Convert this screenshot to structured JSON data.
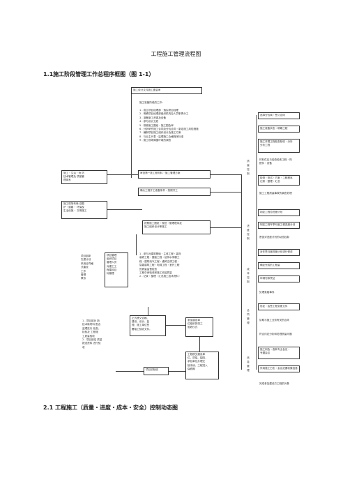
{
  "title": "工程施工管理流程图",
  "section1": "1.1施工阶段管理工作总程序框图（图 1-1）",
  "section2": "2.1 工程施工（质量・进度・成本・安全）控制动态图",
  "top_box": "施工设计文件施工图会审",
  "prep": {
    "heading": "施工准备阶段的工作：",
    "items": [
      "1  . 成立项目经理部・落实项目经理",
      "2  . 明确项目经理部组织机构及人员职责分工",
      "3  . 准备施工资源及设备",
      "4  . 参与设计交底",
      "5  . 熟悉施工图纸・施工图会审",
      "6  . 分析研究施工合同及分包合同・制定施工风险措施",
      "7  . 编制项目施工组织设计及施工方案",
      "8  . 与业主代表・监理施工合格程序标准",
      "9  . 施工现场周围环境的调查"
    ]
  },
  "left_boxes": [
    "施工・生活・消  防\n技术管理及  质量管\n理体系",
    "施工现场布局  总图\n护・道路・  环保及\n生活设施・  文明施工"
  ],
  "mid_boxes": [
    "审查第一批工程材料・施工管理方案",
    "确认工程开工准备条件・按照开工",
    "按照施工图纸・规范・管理程序及\n施工组织设计等施工"
  ],
  "right_boxes_top": [
    "选择分包商・签订合同",
    "施工准备状态・明确工程",
    "施工开展工程检查验收・分析\n分析工程",
    "材料供应与检查验收工程・构\n配件・设备",
    "检测・测试・方案・工程程序\n记录・整理・汇总",
    "施工工程质量事故的调查处理"
  ],
  "right_boxes_mid": [
    "制定工程总进度计划",
    "制定工程年季月度工程进度计划",
    "督促对进度计划的动态控制",
    "对年季月度进度计划进行修改"
  ],
  "right_boxes_low": [
    "确定完成的工程量",
    "申请付款凭证"
  ],
  "right_boxes_contract": [
    "处理索赔事件",
    "协定・会签工程变更文件",
    "协助与施工业务有关的合同",
    "符合约定分析和处理质量问题"
  ],
  "right_boxes_info": [
    "施工例会・各种专业会议・\n专题会议",
    "作用施工日志・会议纪要收集信息"
  ],
  "vertical_labels": [
    "质\n量\n控\n制",
    "进\n度\n控\n制",
    "成\n本\n控\n制",
    "合\n同\n管\n理",
    "信\n息\n管\n理"
  ],
  "project_dept": {
    "left": "项目部新\n先提计划\n采用合同格\n式建设\n工作\n管理\n联系",
    "right": "项目管理\n组织项目\n管理人员\n对建工工\n程建设目\n标管理"
  },
  "middle_list": "1  . 参与对建筑基础・主体工程・装饰\n装修工程・屋面工程・给排水采暖工\n程・建筑电气工程・通风空调工程・\n智能建筑工程・电梯工程・室外工程\n的质量监督检查\n工程中间验收和施工安装质量\n2  . 记录・整理・汇总施工技术资料・",
  "completion_box": "正式移交合格、\n建设、设计、监\n理、施工单位签\n署竣工验收文件。",
  "participate_box": "参加建设单\n位组织的竣工\n验收仪式",
  "settle_box": "工程移交建设单\n位，质保、缺陷，\n承包单位办理交\n接手续，工程进入\n保修期",
  "left_bottom": "1  . 项目部对  新\n技术新材料  配合\n监理进行  检查、\n检验及  工程施\n工质量验收\n2  . 项目部结  质量\n报送资料  进行验\n收",
  "acceptance_box": "项目初验收",
  "footer_note": "完成参加建设方工程的对象"
}
